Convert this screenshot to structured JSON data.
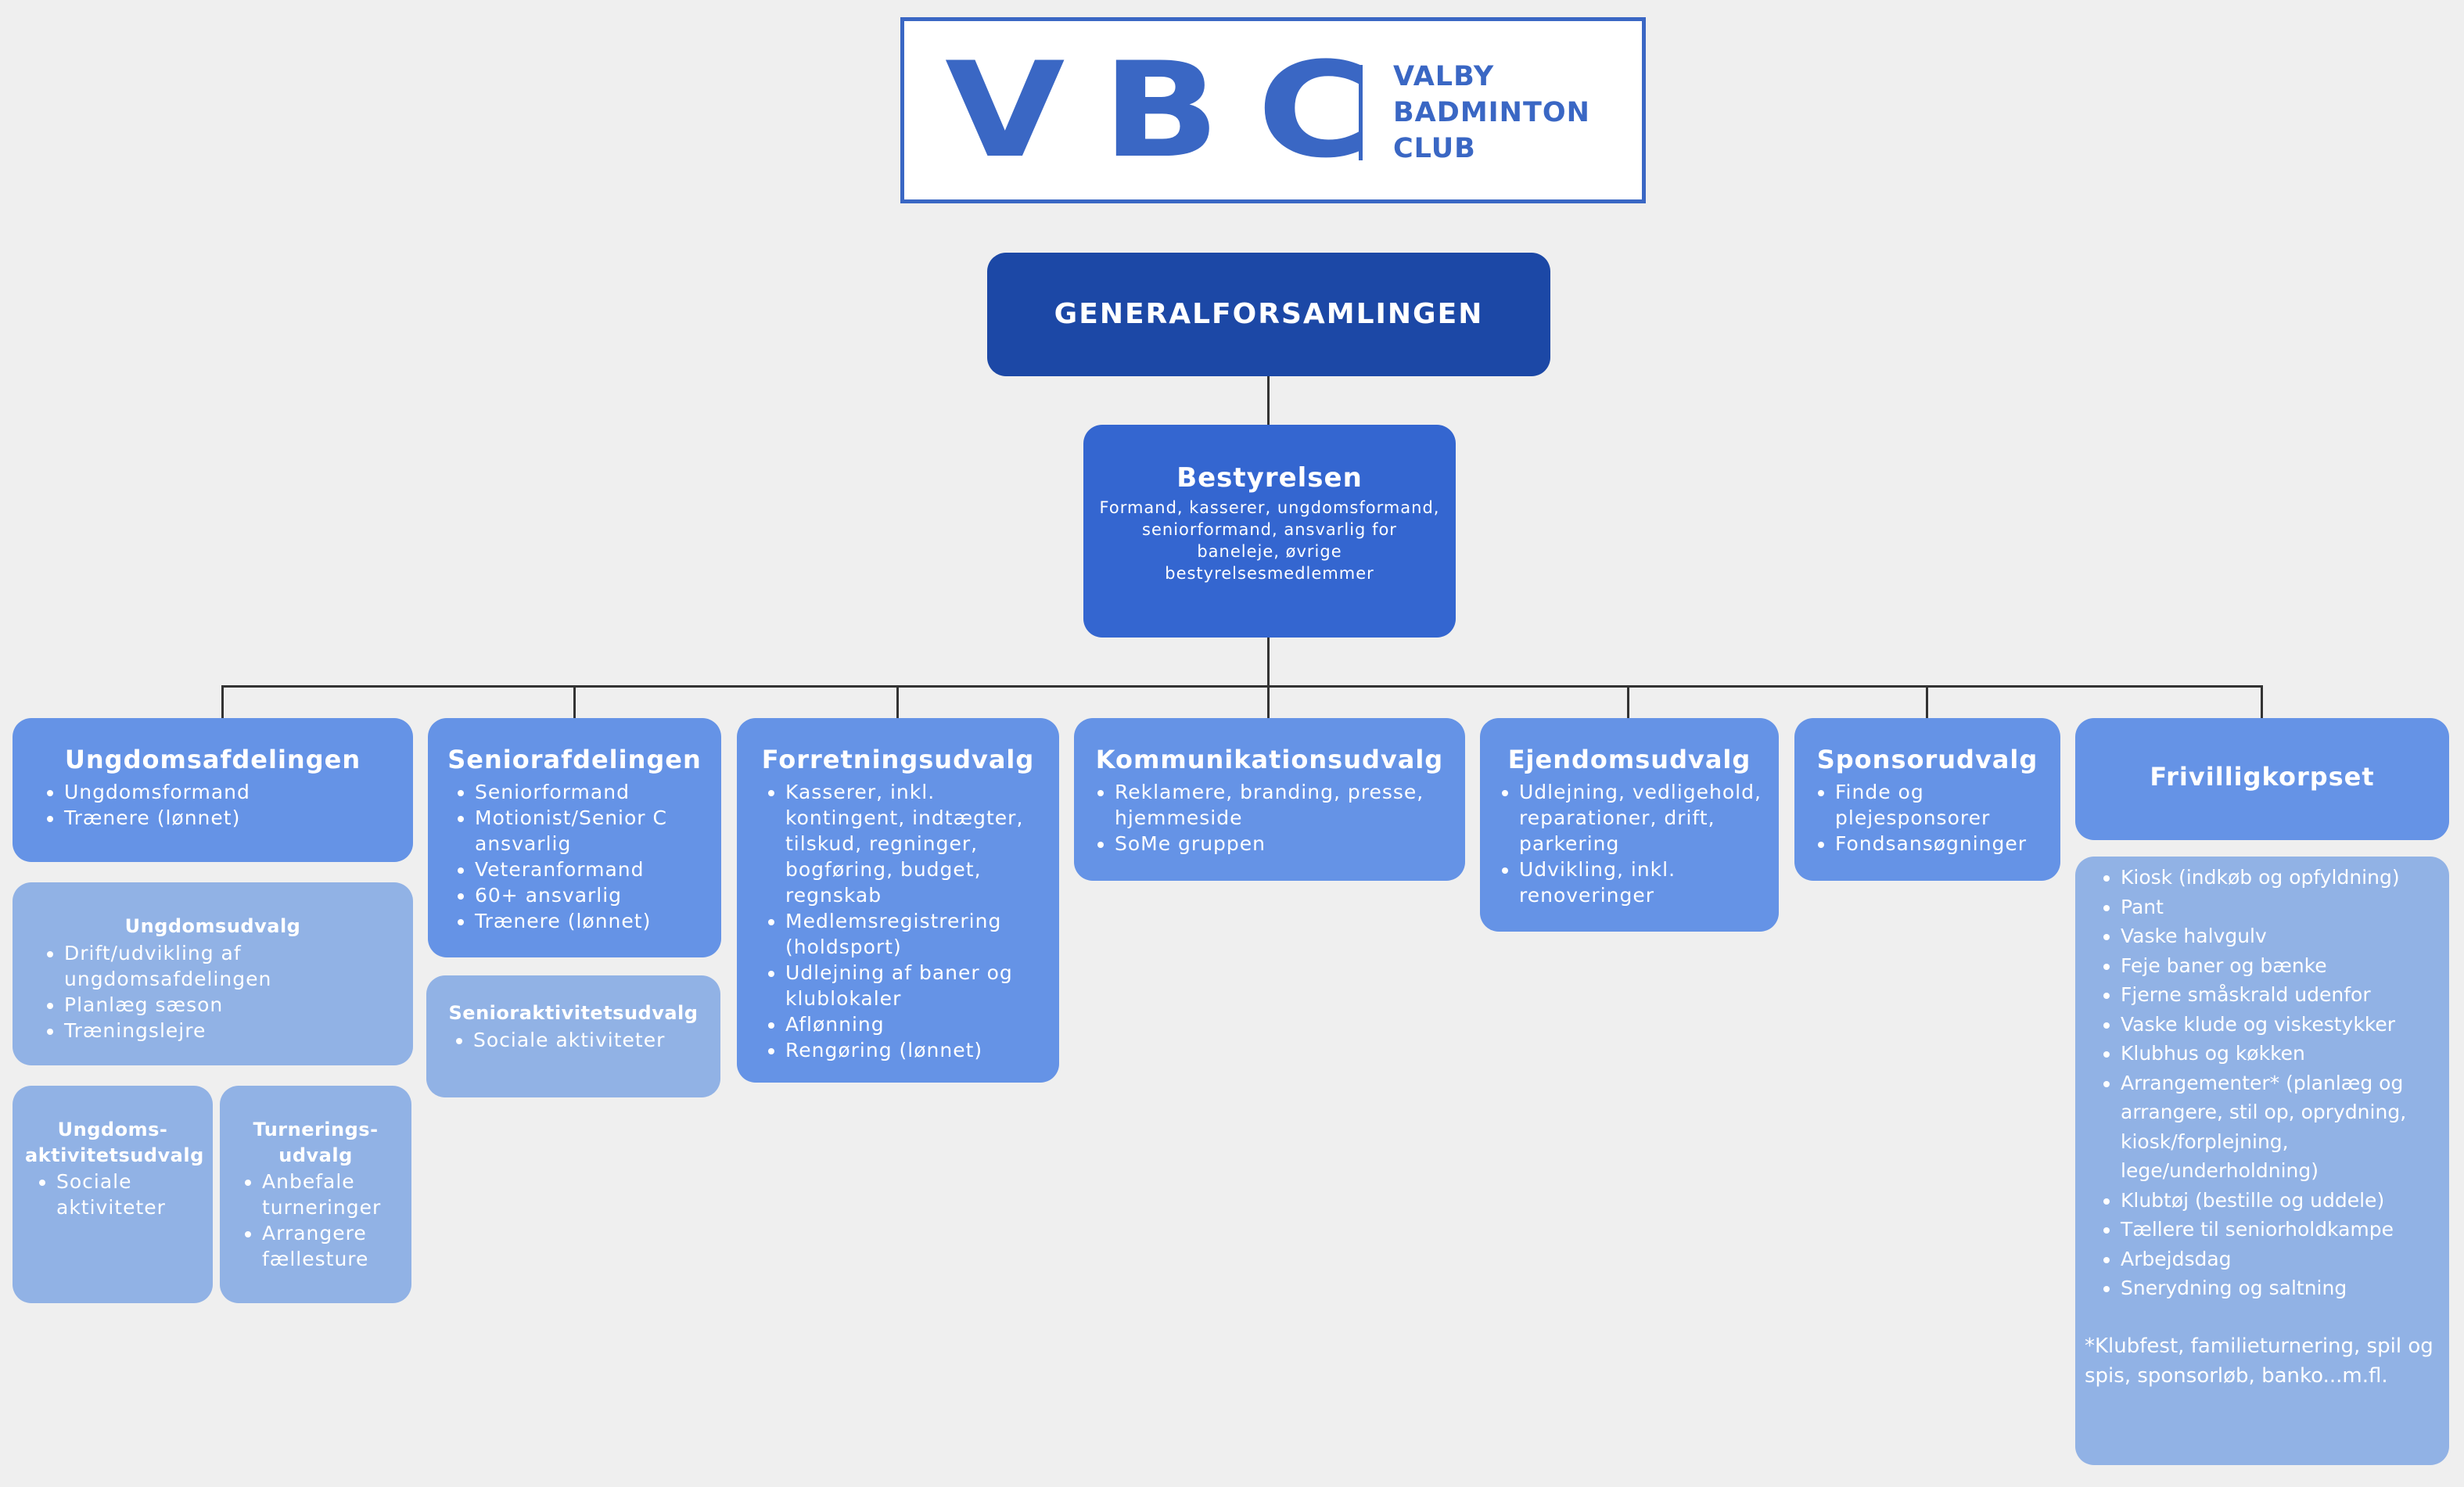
{
  "logo": {
    "mark": "VBC",
    "name_lines": [
      "VALBY",
      "BADMINTON",
      "CLUB"
    ]
  },
  "top": {
    "title": "GENERALFORSAMLINGEN"
  },
  "board": {
    "title": "Bestyrelsen",
    "description": "Formand, kasserer, ungdomsformand, seniorformand, ansvarlig for baneleje, øvrige bestyrelsesmedlemmer"
  },
  "departments": [
    {
      "title": "Ungdomsafdelingen",
      "items": [
        "Ungdomsformand",
        "Trænere (lønnet)"
      ]
    },
    {
      "title": "Seniorafdelingen",
      "items": [
        "Seniorformand",
        "Motionist/Senior C ansvarlig",
        "Veteranformand",
        "60+ ansvarlig",
        "Trænere (lønnet)"
      ]
    },
    {
      "title": "Forretningsudvalg",
      "items": [
        "Kasserer, inkl. kontingent, indtægter, tilskud, regninger, bogføring, budget, regnskab",
        "Medlemsregistrering (holdsport)",
        "Udlejning af baner og klublokaler",
        "Aflønning",
        "Rengøring (lønnet)"
      ]
    },
    {
      "title": "Kommunikationsudvalg",
      "items": [
        "Reklamere, branding, presse, hjemmeside",
        "SoMe gruppen"
      ]
    },
    {
      "title": "Ejendomsudvalg",
      "items": [
        "Udlejning, vedligehold, reparationer, drift, parkering",
        "Udvikling, inkl. renoveringer"
      ]
    },
    {
      "title": "Sponsorudvalg",
      "items": [
        "Finde og plejesponsorer",
        "Fondsansøgninger"
      ]
    },
    {
      "title": "Frivilligkorpset",
      "items": []
    }
  ],
  "subcommittees": {
    "ungdomsudvalg": {
      "title": "Ungdomsudvalg",
      "items": [
        "Drift/udvikling af ungdomsafdelingen",
        "Planlæg sæson",
        "Træningslejre"
      ]
    },
    "ungdomsaktivitetsudvalg": {
      "title": "Ungdoms-aktivitetsudvalg",
      "items": [
        "Sociale aktiviteter"
      ]
    },
    "turneringsudvalg": {
      "title": "Turnerings-udvalg",
      "items": [
        "Anbefale turneringer",
        "Arrangere fællesture"
      ]
    },
    "senioraktivitetsudvalg": {
      "title": "Senioraktivitetsudvalg",
      "items": [
        "Sociale aktiviteter"
      ]
    }
  },
  "frivilligkorpset_tasks": {
    "items": [
      "Kiosk (indkøb og opfyldning)",
      "Pant",
      "Vaske halvgulv",
      "Feje baner og bænke",
      "Fjerne småskrald udenfor",
      "Vaske klude og viskestykker",
      "Klubhus og køkken",
      "Arrangementer* (planlæg og arrangere, stil op, oprydning, kiosk/forplejning, lege/underholdning)",
      "Klubtøj (bestille og uddele)",
      "Tællere til seniorholdkampe",
      "Arbejdsdag",
      "Snerydning og saltning"
    ],
    "note": "*Klubfest, familieturnering, spil og spis, sponsorløb, banko...m.fl."
  },
  "colors": {
    "background": "#efefef",
    "top_box": "#1c48a6",
    "board_box": "#3466d0",
    "department_box": "#6593e6",
    "subcommittee_box": "#91b2e5",
    "logo_blue": "#3a67c4"
  }
}
